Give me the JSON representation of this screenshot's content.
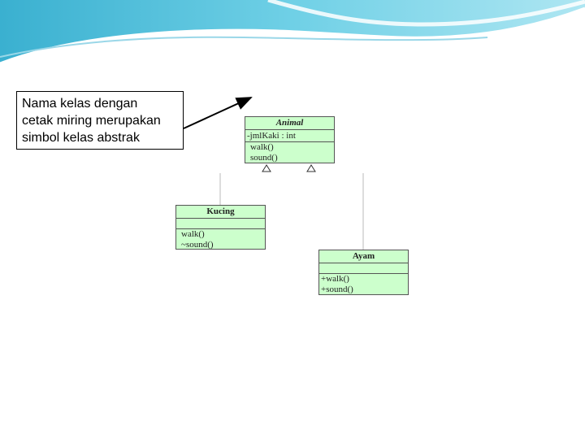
{
  "note": {
    "lines": [
      "Nama kelas dengan",
      "cetak miring merupakan",
      "simbol kelas abstrak"
    ]
  },
  "classes": {
    "animal": {
      "name": "Animal",
      "attributes": [
        "-jmlKaki : int"
      ],
      "operations": [
        "walk()",
        "sound()"
      ]
    },
    "kucing": {
      "name": "Kucing",
      "attributes": [],
      "operations": [
        "walk()",
        "~sound()"
      ]
    },
    "ayam": {
      "name": "Ayam",
      "attributes": [],
      "operations": [
        "+walk()",
        "+sound()"
      ]
    }
  },
  "colors": {
    "class_fill": "#ccffcc",
    "banner": "#4fc3dd",
    "arrow": "#000000"
  }
}
